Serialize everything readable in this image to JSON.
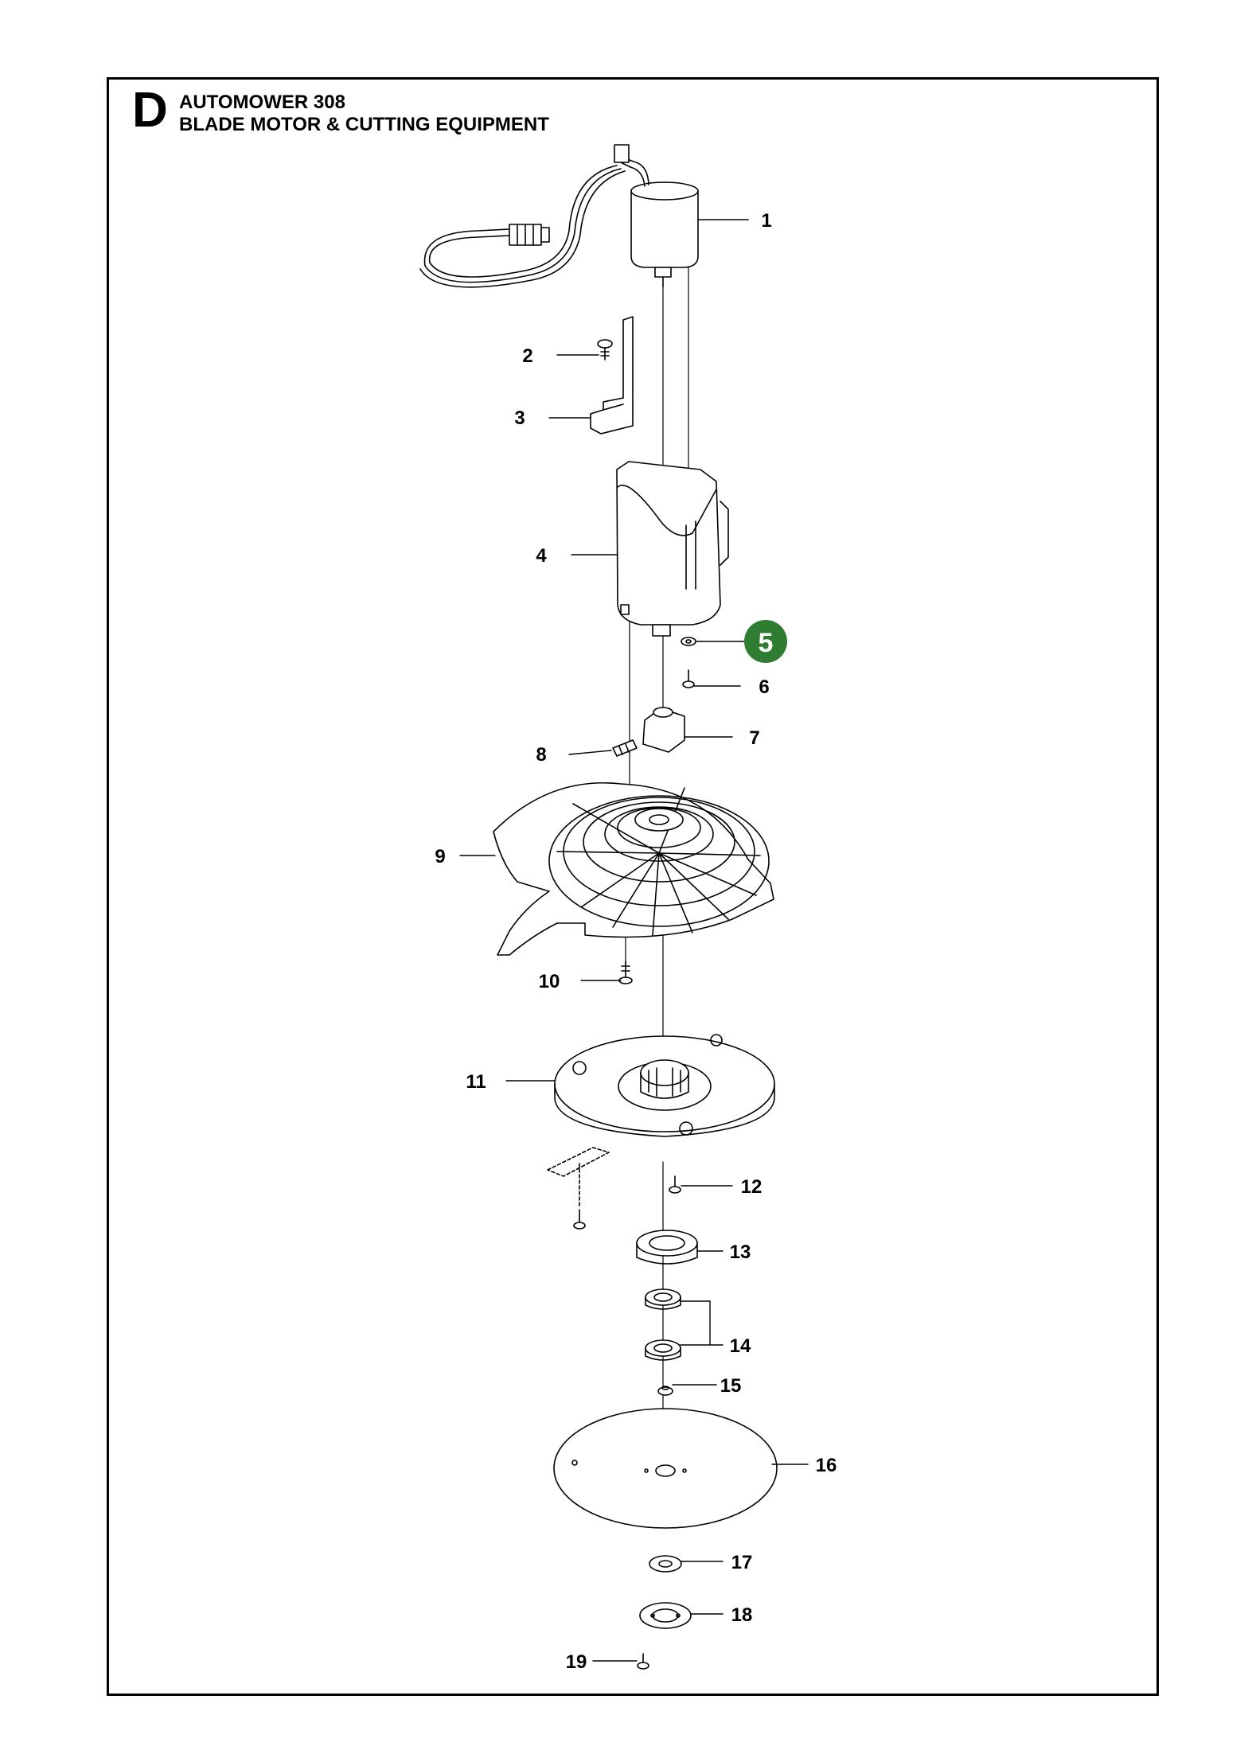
{
  "header": {
    "section_letter": "D",
    "model": "AUTOMOWER 308",
    "subtitle": "BLADE MOTOR & CUTTING EQUIPMENT"
  },
  "colors": {
    "highlight": "#2e7d32",
    "line": "#000000"
  },
  "callouts": [
    "1",
    "2",
    "3",
    "4",
    "5",
    "6",
    "7",
    "8",
    "9",
    "10",
    "11",
    "12",
    "13",
    "14",
    "15",
    "16",
    "17",
    "18",
    "19"
  ],
  "highlighted_callout": "5"
}
